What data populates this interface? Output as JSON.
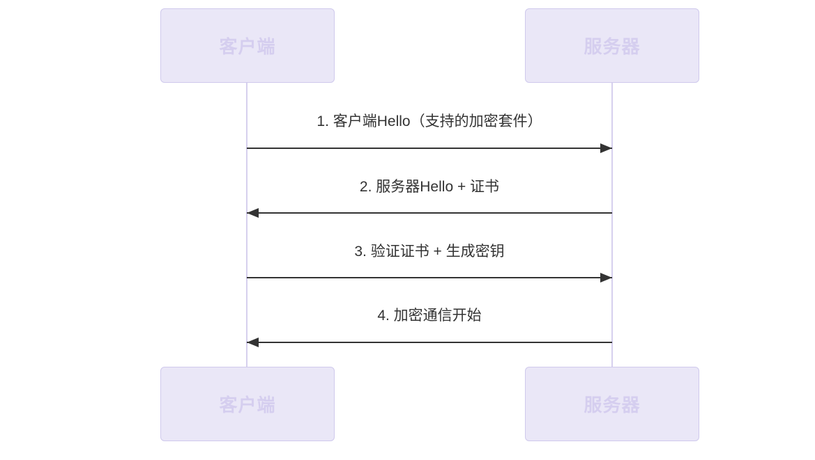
{
  "diagram": {
    "type": "sequence",
    "actors": [
      {
        "id": "client",
        "label": "客户端"
      },
      {
        "id": "server",
        "label": "服务器"
      }
    ],
    "messages": [
      {
        "index": 1,
        "label": "1. 客户端Hello（支持的加密套件）",
        "from": "client",
        "to": "server",
        "direction": "right",
        "line_style": "solid",
        "arrowhead": "filled-triangle"
      },
      {
        "index": 2,
        "label": "2. 服务器Hello + 证书",
        "from": "server",
        "to": "client",
        "direction": "left",
        "line_style": "solid",
        "arrowhead": "filled-triangle"
      },
      {
        "index": 3,
        "label": "3. 验证证书 + 生成密钥",
        "from": "client",
        "to": "server",
        "direction": "right",
        "line_style": "solid",
        "arrowhead": "filled-triangle"
      },
      {
        "index": 4,
        "label": "4. 加密通信开始",
        "from": "server",
        "to": "client",
        "direction": "left",
        "line_style": "solid",
        "arrowhead": "filled-triangle"
      }
    ],
    "colors": {
      "background": "#FFFFFF",
      "actor_fill": "#EAE7F7",
      "actor_border": "#CFC9EC",
      "actor_text": "#D5CEEF",
      "lifeline": "#D6D0EE",
      "message_line": "#333333",
      "message_text": "#333333"
    }
  }
}
